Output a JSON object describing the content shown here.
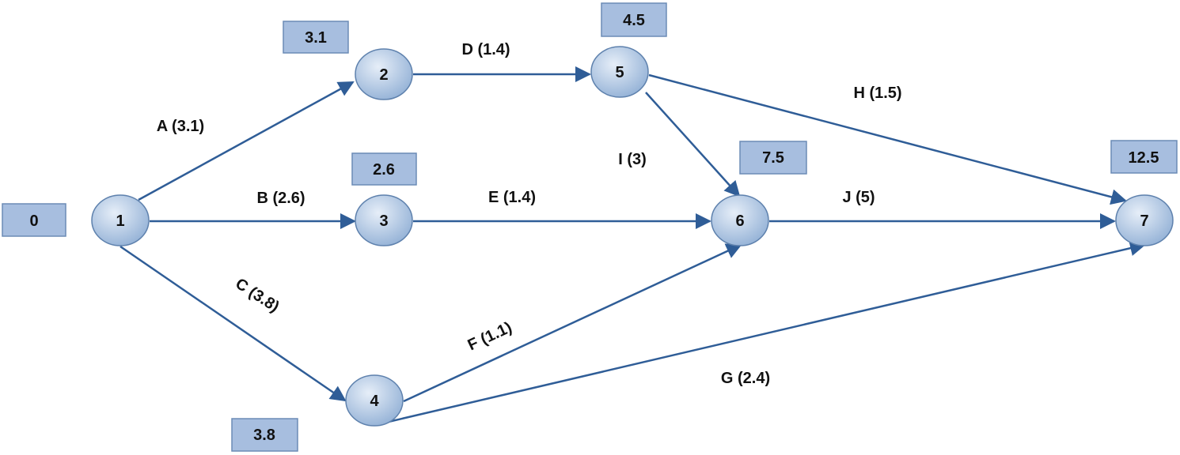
{
  "diagram": {
    "colors": {
      "edge": "#2f5d97",
      "node_fill_light": "#e6eef8",
      "node_fill_dark": "#93b1d6",
      "node_stroke": "#5e81ad",
      "box_fill": "#a7bedf",
      "box_stroke": "#6b8bb5",
      "text": "#111111"
    },
    "nodes": [
      {
        "id": "1",
        "label": "1",
        "time": "0"
      },
      {
        "id": "2",
        "label": "2",
        "time": "3.1"
      },
      {
        "id": "3",
        "label": "3",
        "time": "2.6"
      },
      {
        "id": "4",
        "label": "4",
        "time": "3.8"
      },
      {
        "id": "5",
        "label": "5",
        "time": "4.5"
      },
      {
        "id": "6",
        "label": "6",
        "time": "7.5"
      },
      {
        "id": "7",
        "label": "7",
        "time": "12.5"
      }
    ],
    "edges": [
      {
        "id": "A",
        "from": "1",
        "to": "2",
        "label": "A (3.1)"
      },
      {
        "id": "B",
        "from": "1",
        "to": "3",
        "label": "B  (2.6)"
      },
      {
        "id": "C",
        "from": "1",
        "to": "4",
        "label": "C (3.8)"
      },
      {
        "id": "D",
        "from": "2",
        "to": "5",
        "label": "D  (1.4)"
      },
      {
        "id": "E",
        "from": "3",
        "to": "6",
        "label": "E  (1.4)"
      },
      {
        "id": "F",
        "from": "4",
        "to": "6",
        "label": "F (1.1)"
      },
      {
        "id": "G",
        "from": "4",
        "to": "7",
        "label": "G  (2.4)"
      },
      {
        "id": "H",
        "from": "5",
        "to": "7",
        "label": "H  (1.5)"
      },
      {
        "id": "I",
        "from": "5",
        "to": "6",
        "label": "I  (3)"
      },
      {
        "id": "J",
        "from": "6",
        "to": "7",
        "label": "J  (5)"
      }
    ]
  }
}
